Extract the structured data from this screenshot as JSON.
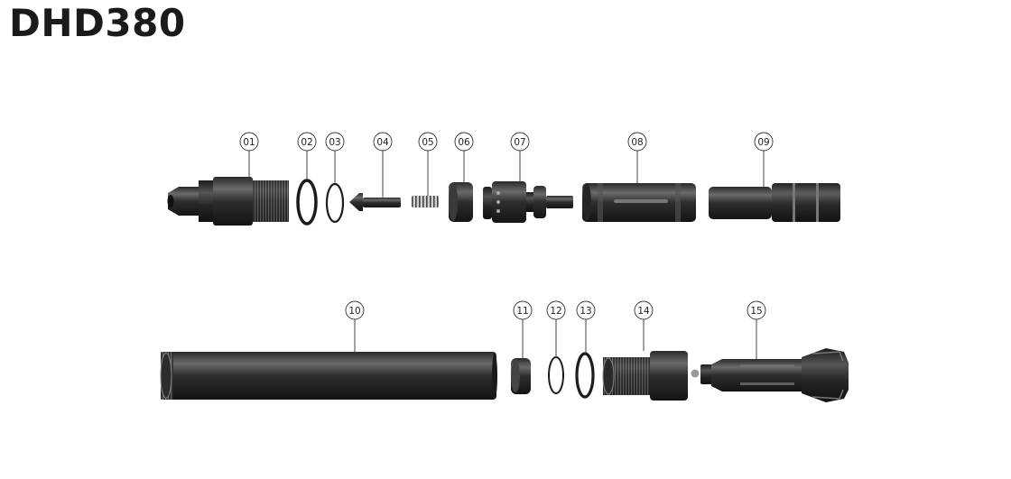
{
  "title": "DHD380",
  "colors": {
    "part_dark": "#1f1f1f",
    "part_mid": "#3a3a3a",
    "part_light": "#6a6a6a",
    "line": "#333333"
  },
  "parts": [
    {
      "number": "01"
    },
    {
      "number": "02"
    },
    {
      "number": "03"
    },
    {
      "number": "04"
    },
    {
      "number": "05"
    },
    {
      "number": "06"
    },
    {
      "number": "07"
    },
    {
      "number": "08"
    },
    {
      "number": "09"
    },
    {
      "number": "10"
    },
    {
      "number": "11"
    },
    {
      "number": "12"
    },
    {
      "number": "13"
    },
    {
      "number": "14"
    },
    {
      "number": "15"
    }
  ]
}
